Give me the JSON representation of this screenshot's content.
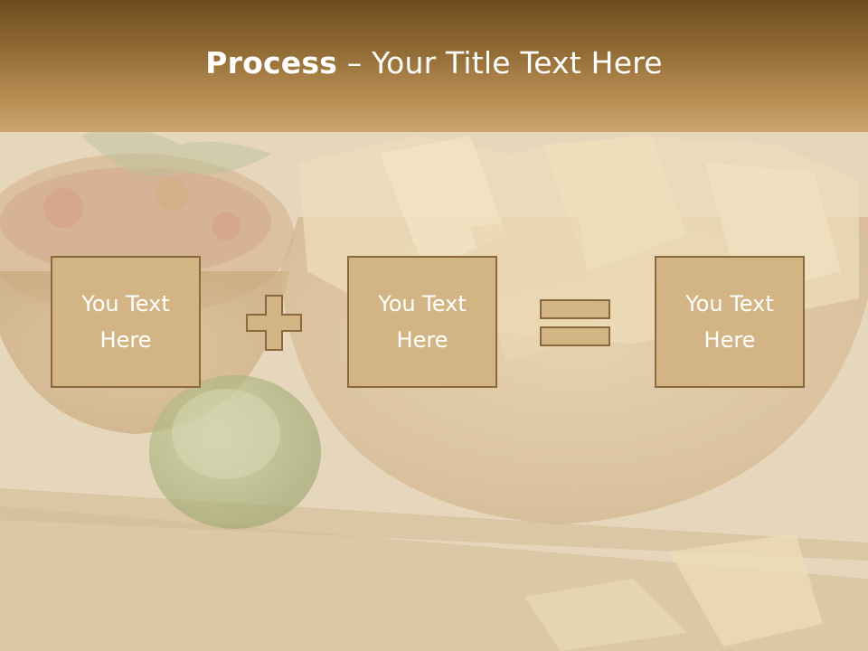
{
  "slide": {
    "title_bold": "Process",
    "title_rest": " – Your Title Text Here",
    "steps": [
      {
        "line1": "You Text",
        "line2": "Here"
      },
      {
        "line1": "You Text",
        "line2": "Here"
      },
      {
        "line1": "You Text",
        "line2": "Here"
      }
    ],
    "operators": [
      "plus-icon",
      "equals-icon"
    ]
  },
  "colors": {
    "header_top": "#6f4c1e",
    "header_bottom": "#c9a46e",
    "box_fill": "#d3b585",
    "box_border": "#8a6a3d",
    "text": "#ffffff"
  }
}
